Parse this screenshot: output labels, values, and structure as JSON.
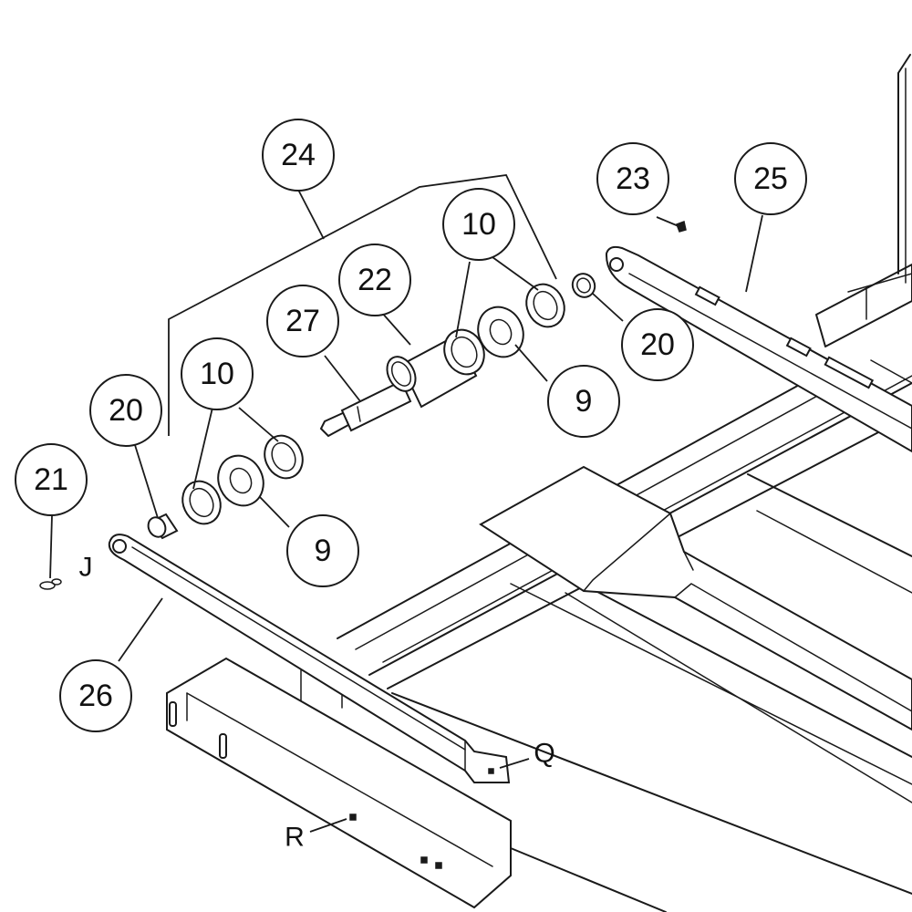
{
  "callouts": {
    "c24": "24",
    "c23": "23",
    "c25": "25",
    "c10_upper": "10",
    "c22": "22",
    "c27": "27",
    "c20_right": "20",
    "c9_right": "9",
    "c10_lower": "10",
    "c20_left": "20",
    "c21": "21",
    "c9_left": "9",
    "c26": "26"
  },
  "letters": {
    "j": "J",
    "q": "Q",
    "r": "R"
  }
}
